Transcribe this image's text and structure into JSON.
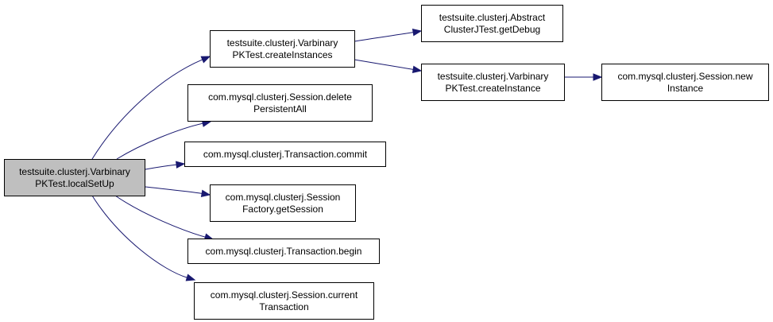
{
  "colors": {
    "edge": "#191970",
    "node_border": "#000000",
    "node_fill": "#ffffff",
    "root_fill": "#bfbfbf",
    "text": "#000000"
  },
  "nodes": [
    {
      "id": "localSetUp",
      "lines": [
        "testsuite.clusterj.Varbinary",
        "PKTest.localSetUp"
      ],
      "root": true
    },
    {
      "id": "createInstances",
      "lines": [
        "testsuite.clusterj.Varbinary",
        "PKTest.createInstances"
      ]
    },
    {
      "id": "getDebug",
      "lines": [
        "testsuite.clusterj.Abstract",
        "ClusterJTest.getDebug"
      ]
    },
    {
      "id": "createInstance",
      "lines": [
        "testsuite.clusterj.Varbinary",
        "PKTest.createInstance"
      ]
    },
    {
      "id": "newInstance",
      "lines": [
        "com.mysql.clusterj.Session.new",
        "Instance"
      ]
    },
    {
      "id": "deletePersistentAll",
      "lines": [
        "com.mysql.clusterj.Session.delete",
        "PersistentAll"
      ]
    },
    {
      "id": "commit",
      "lines": [
        "com.mysql.clusterj.Transaction.commit"
      ]
    },
    {
      "id": "getSession",
      "lines": [
        "com.mysql.clusterj.Session",
        "Factory.getSession"
      ]
    },
    {
      "id": "begin",
      "lines": [
        "com.mysql.clusterj.Transaction.begin"
      ]
    },
    {
      "id": "currentTransaction",
      "lines": [
        "com.mysql.clusterj.Session.current",
        "Transaction"
      ]
    }
  ],
  "edges": [
    {
      "from": "localSetUp",
      "to": "createInstances"
    },
    {
      "from": "localSetUp",
      "to": "deletePersistentAll"
    },
    {
      "from": "localSetUp",
      "to": "commit"
    },
    {
      "from": "localSetUp",
      "to": "getSession"
    },
    {
      "from": "localSetUp",
      "to": "begin"
    },
    {
      "from": "localSetUp",
      "to": "currentTransaction"
    },
    {
      "from": "createInstances",
      "to": "getDebug"
    },
    {
      "from": "createInstances",
      "to": "createInstance"
    },
    {
      "from": "createInstance",
      "to": "newInstance"
    }
  ]
}
